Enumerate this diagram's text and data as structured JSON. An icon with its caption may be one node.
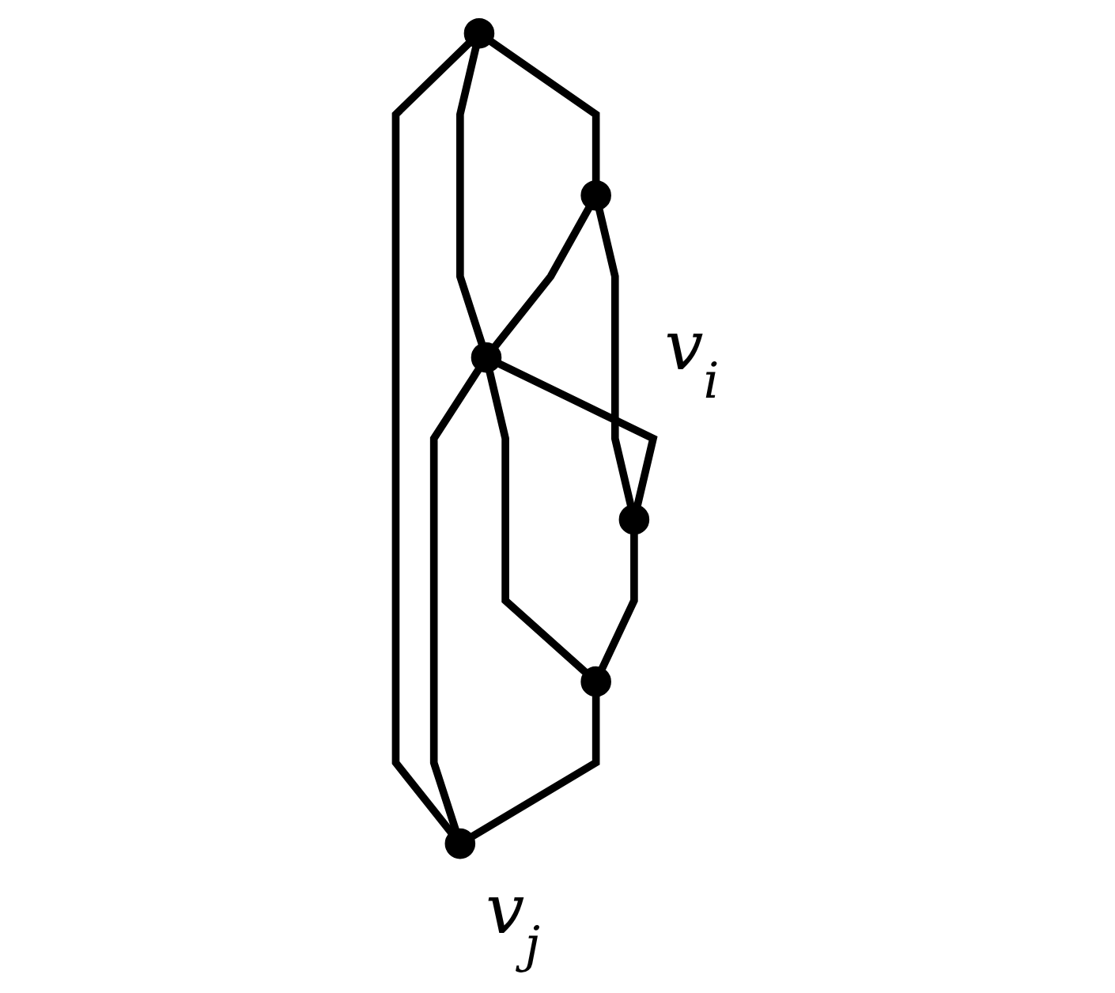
{
  "diagram": {
    "nodes": [
      {
        "text": [],
        "shape": "circle"
      },
      {
        "text": [],
        "shape": "circle"
      },
      {
        "text": [],
        "shape": "circle",
        "beside": [
          "v$_{i}$"
        ]
      },
      {
        "text": [],
        "shape": "circle",
        "beside": [
          "v$_{j}$"
        ]
      },
      {
        "text": [],
        "shape": "circle"
      },
      {
        "text": [],
        "shape": "circle"
      }
    ],
    "edges": [
      {
        "from": 0,
        "to": 1,
        "arrow": "none"
      },
      {
        "from": 0,
        "to": 2,
        "arrow": "none"
      },
      {
        "from": 0,
        "to": 3,
        "arrow": "none"
      },
      {
        "from": 1,
        "to": 2,
        "arrow": "none"
      },
      {
        "from": 1,
        "to": 4,
        "arrow": "none"
      },
      {
        "from": 2,
        "to": 3,
        "arrow": "none"
      },
      {
        "from": 2,
        "to": 4,
        "arrow": "none"
      },
      {
        "from": 2,
        "to": 5,
        "arrow": "none"
      },
      {
        "from": 4,
        "to": 5,
        "arrow": "none"
      },
      {
        "from": 5,
        "to": 3,
        "arrow": "none"
      }
    ]
  }
}
